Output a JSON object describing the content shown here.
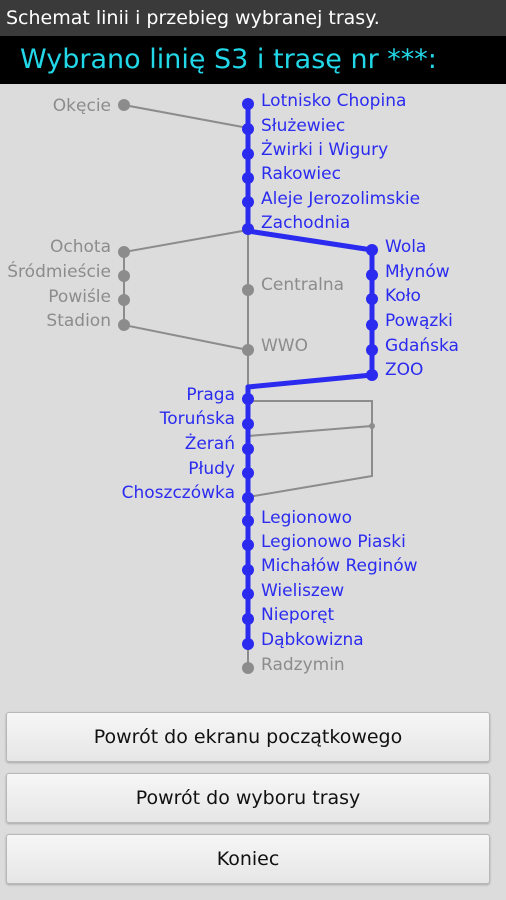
{
  "window": {
    "title": "Schemat linii i przebieg wybranej trasy."
  },
  "header": {
    "text": "Wybrano linię S3 i trasę nr  ***:"
  },
  "colors": {
    "active": "#2b2bf0",
    "inactive": "#8c8c8c",
    "background": "#dcdcdc"
  },
  "stations": {
    "okecie": "Okęcie",
    "lotnisko": "Lotnisko Chopina",
    "sluzewiec": "Służewiec",
    "zwirki": "Żwirki i Wigury",
    "rakowiec": "Rakowiec",
    "aleje": "Aleje Jerozolimskie",
    "zachodnia": "Zachodnia",
    "ochota": "Ochota",
    "srodmiescie": "Śródmieście",
    "powisle": "Powiśle",
    "stadion": "Stadion",
    "centralna": "Centralna",
    "wwo": "WWO",
    "wola": "Wola",
    "mlynow": "Młynów",
    "kolo": "Koło",
    "powazki": "Powązki",
    "gdanska": "Gdańska",
    "zoo": "ZOO",
    "praga": "Praga",
    "torunska": "Toruńska",
    "zeran": "Żerań",
    "pludy": "Płudy",
    "choszczowka": "Choszczówka",
    "legionowo": "Legionowo",
    "legionowo_piaski": "Legionowo Piaski",
    "michalow": "Michałów Reginów",
    "wieliszew": "Wieliszew",
    "nieporet": "Nieporęt",
    "dabkowizna": "Dąbkowizna",
    "radzymin": "Radzymin"
  },
  "buttons": {
    "home": "Powrót do ekranu początkowego",
    "route": "Powrót do wyboru trasy",
    "end": "Koniec"
  }
}
